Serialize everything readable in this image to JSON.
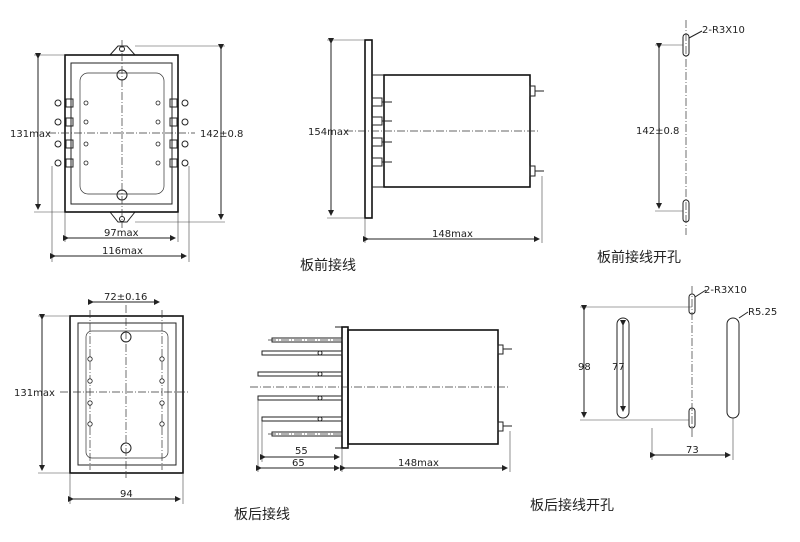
{
  "captions": {
    "front_wiring": "板前接线",
    "front_wiring_cutout": "板前接线开孔",
    "rear_wiring": "板后接线",
    "rear_wiring_cutout": "板后接线开孔"
  },
  "dimensions": {
    "front_height_131": "131max",
    "front_hole_pitch_142": "142±0.8",
    "front_inner_width_97": "97max",
    "front_outer_width_116": "116max",
    "side_height_154": "154max",
    "side_depth_148": "148max",
    "cutout_pitch_142": "142±0.8",
    "cutout_holes": "2-R3X10",
    "rear_pitch_72": "72±0.16",
    "rear_height_131": "131max",
    "rear_width_94": "94",
    "rear_side_55": "55",
    "rear_side_65": "65",
    "rear_side_depth_148": "148max",
    "rear_cutout_holes": "2-R3X10",
    "rear_cutout_radius": "R5.25",
    "rear_cutout_98": "98",
    "rear_cutout_77": "77",
    "rear_cutout_73": "73"
  }
}
